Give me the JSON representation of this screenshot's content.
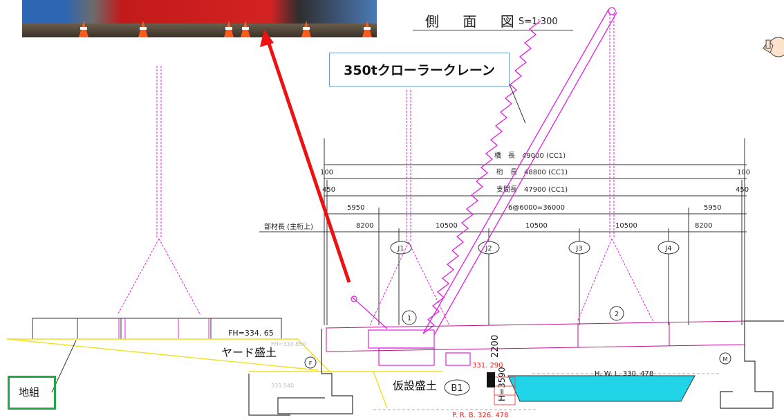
{
  "title": {
    "main": "側 面 図",
    "scale": "S=1:300"
  },
  "crane_label": "350tクローラークレーン",
  "dimensions": {
    "bridge_length": "橋　長　49000 (CC1)",
    "girder_length": "桁　長　48800 (CC1)",
    "span_length": "支間長　47900 (CC1)",
    "end_left_100": "100",
    "end_right_100": "100",
    "end_left_450": "450",
    "end_right_450": "450",
    "seg_5950_left": "5950",
    "seg_6x6000": "6@6000=36000",
    "seg_5950_right": "5950",
    "member_length_label": "部材長 (主桁上)",
    "m1": "8200",
    "m2": "10500",
    "m3": "10500",
    "m4": "10500",
    "m5": "8200"
  },
  "joints": [
    "J1",
    "J2",
    "J3",
    "J4"
  ],
  "markers": {
    "c1": "1",
    "c2": "2",
    "f": "F",
    "m": "M",
    "b1": "B1"
  },
  "levels": {
    "fh": "FH=334. 65",
    "h2200": "2200",
    "h3590": "H=3590",
    "elev_331": "331. 290",
    "hwl": "H. W. L. 330. 478",
    "prb": "P. R. B. 326. 478",
    "faint1": "FH=334.850",
    "faint2": "333.540"
  },
  "labels": {
    "yard": "ヤード盛土",
    "temp": "仮設盛土",
    "jigumi": "地組"
  },
  "colors": {
    "crane": "#e020e0",
    "arrow": "#ee1111",
    "fill_yellow": "#f0e020",
    "water": "#22d4e8",
    "green_box": "#22a64a",
    "label_border": "#6b9bd0"
  }
}
